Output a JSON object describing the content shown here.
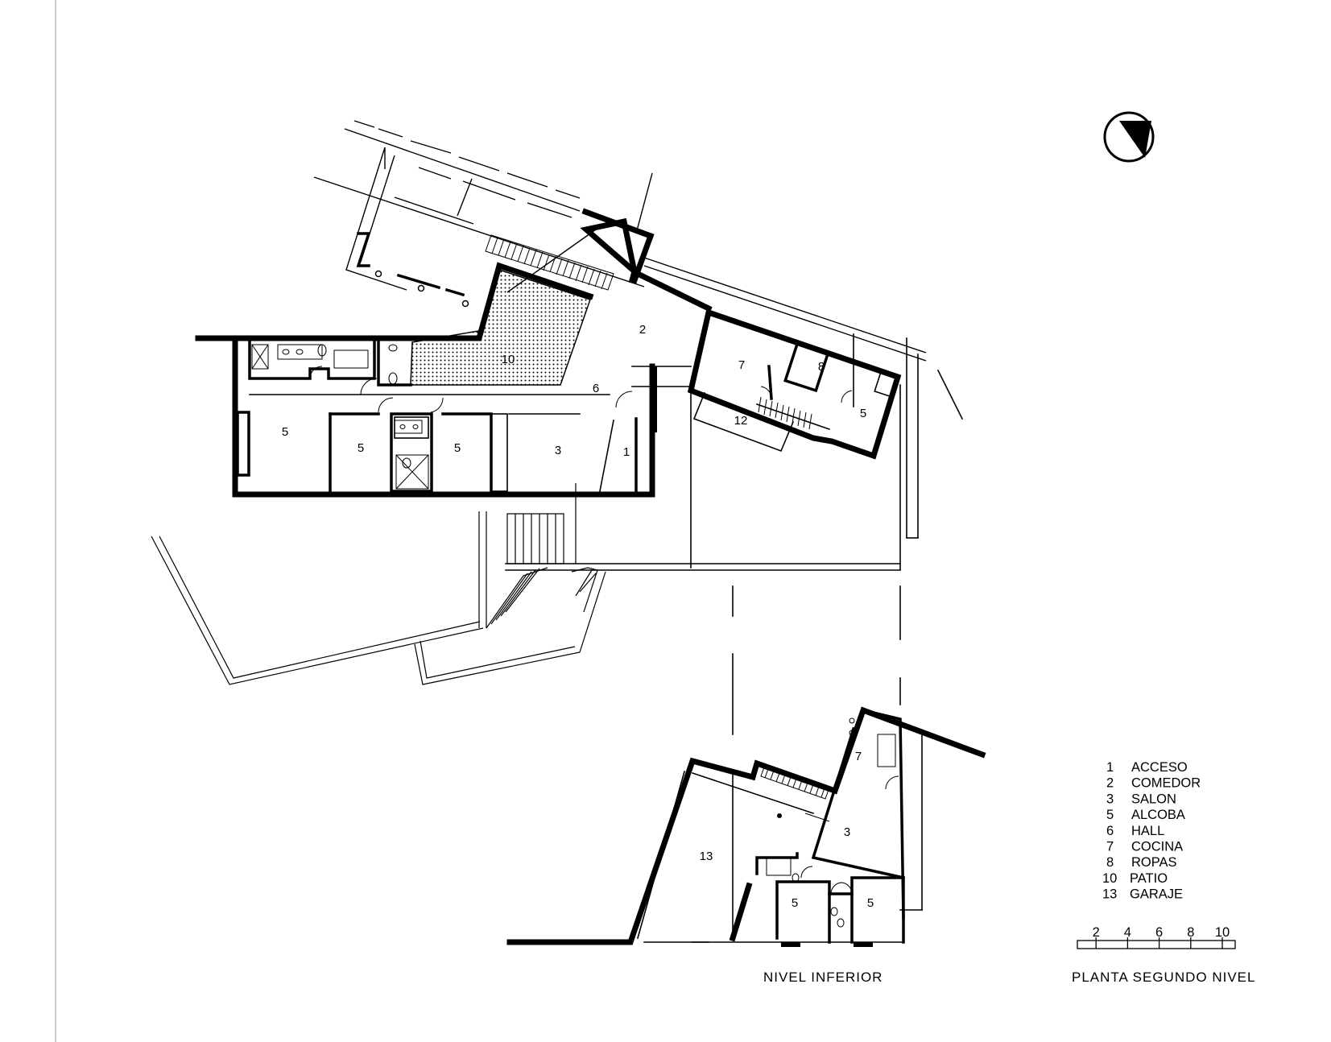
{
  "rooms": {
    "r1": "1",
    "r2": "2",
    "r3": "3",
    "r5a": "5",
    "r5b": "5",
    "r5c": "5",
    "r5d": "5",
    "r6": "6",
    "r7": "7",
    "r8": "8",
    "r10": "10",
    "r12": "12",
    "lower_r7": "7",
    "lower_r3": "3",
    "lower_r13": "13",
    "lower_r5a": "5",
    "lower_r5b": "5"
  },
  "legend": [
    {
      "num": "1",
      "name": "ACCESO"
    },
    {
      "num": "2",
      "name": "COMEDOR"
    },
    {
      "num": "3",
      "name": "SALON"
    },
    {
      "num": "5",
      "name": "ALCOBA"
    },
    {
      "num": "6",
      "name": "HALL"
    },
    {
      "num": "7",
      "name": "COCINA"
    },
    {
      "num": "8",
      "name": "ROPAS"
    },
    {
      "num": "10",
      "name": "PATIO"
    },
    {
      "num": "13",
      "name": "GARAJE"
    }
  ],
  "scale": {
    "ticks": [
      "2",
      "4",
      "6",
      "8",
      "10"
    ]
  },
  "captions": {
    "lower": "NIVEL  INFERIOR",
    "upper": "PLANTA  SEGUNDO  NIVEL"
  },
  "north_icon": "north-arrow-icon"
}
